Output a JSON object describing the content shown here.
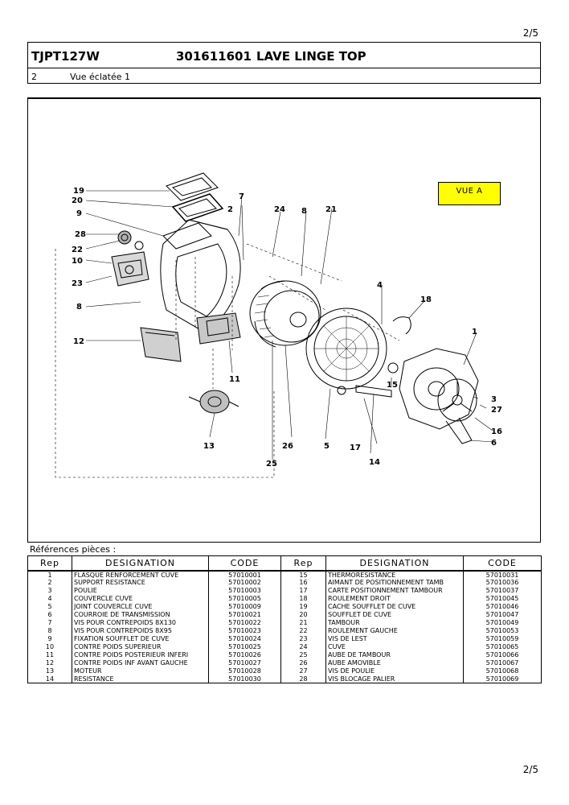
{
  "page": {
    "number_top": "2/5",
    "number_bottom": "2/5"
  },
  "header": {
    "model": "TJPT127W",
    "code": "301611601",
    "title": "LAVE LINGE TOP",
    "section_number": "2",
    "section_title": "Vue éclatée 1"
  },
  "diagram": {
    "vue_label": "VUE A",
    "callouts": [
      "19",
      "20",
      "9",
      "28",
      "22",
      "10",
      "23",
      "8",
      "12",
      "7",
      "2",
      "24",
      "8",
      "21",
      "4",
      "18",
      "1",
      "3",
      "27",
      "16",
      "6",
      "15",
      "14",
      "17",
      "5",
      "26",
      "25",
      "13",
      "11"
    ]
  },
  "parts": {
    "label": "Références pièces  :",
    "headers": {
      "rep": "Rep",
      "designation": "DESIGNATION",
      "code": "CODE"
    },
    "rows": [
      {
        "rep1": "1",
        "des1": "FLASQUE RENFORCEMENT CUVE",
        "code1": "57010001",
        "rep2": "15",
        "des2": "THERMORESISTANCE",
        "code2": "57010031"
      },
      {
        "rep1": "2",
        "des1": "SUPPORT RESISTANCE",
        "code1": "57010002",
        "rep2": "16",
        "des2": "AIMANT DE POSITIONNEMENT TAMB",
        "code2": "57010036"
      },
      {
        "rep1": "3",
        "des1": "POULIE",
        "code1": "57010003",
        "rep2": "17",
        "des2": "CARTE POSITIONNEMENT TAMBOUR",
        "code2": "57010037"
      },
      {
        "rep1": "4",
        "des1": "COUVERCLE CUVE",
        "code1": "57010005",
        "rep2": "18",
        "des2": "ROULEMENT DROIT",
        "code2": "57010045"
      },
      {
        "rep1": "5",
        "des1": "JOINT COUVERCLE CUVE",
        "code1": "57010009",
        "rep2": "19",
        "des2": "CACHE SOUFFLET DE CUVE",
        "code2": "57010046"
      },
      {
        "rep1": "6",
        "des1": "COURROIE DE TRANSMISSION",
        "code1": "57010021",
        "rep2": "20",
        "des2": "SOUFFLET DE CUVE",
        "code2": "57010047"
      },
      {
        "rep1": "7",
        "des1": "VIS POUR CONTREPOIDS 8X130",
        "code1": "57010022",
        "rep2": "21",
        "des2": "TAMBOUR",
        "code2": "57010049"
      },
      {
        "rep1": "8",
        "des1": "VIS POUR CONTREPOIDS 8X95",
        "code1": "57010023",
        "rep2": "22",
        "des2": "ROULEMENT GAUCHE",
        "code2": "57010053"
      },
      {
        "rep1": "9",
        "des1": "FIXATION SOUFFLET DE CUVE",
        "code1": "57010024",
        "rep2": "23",
        "des2": "VIS DE LEST",
        "code2": "57010059"
      },
      {
        "rep1": "10",
        "des1": "CONTRE POIDS SUPERIEUR",
        "code1": "57010025",
        "rep2": "24",
        "des2": "CUVE",
        "code2": "57010065"
      },
      {
        "rep1": "11",
        "des1": "CONTRE POIDS POSTERIEUR INFERI",
        "code1": "57010026",
        "rep2": "25",
        "des2": "AUBE DE TAMBOUR",
        "code2": "57010066"
      },
      {
        "rep1": "12",
        "des1": "CONTRE POIDS INF AVANT GAUCHE",
        "code1": "57010027",
        "rep2": "26",
        "des2": "AUBE AMOVIBLE",
        "code2": "57010067"
      },
      {
        "rep1": "13",
        "des1": "MOTEUR",
        "code1": "57010028",
        "rep2": "27",
        "des2": "VIS DE POULIE",
        "code2": "57010068"
      },
      {
        "rep1": "14",
        "des1": "RESISTANCE",
        "code1": "57010030",
        "rep2": "28",
        "des2": "VIS BLOCAGE PALIER",
        "code2": "57010069"
      }
    ]
  }
}
